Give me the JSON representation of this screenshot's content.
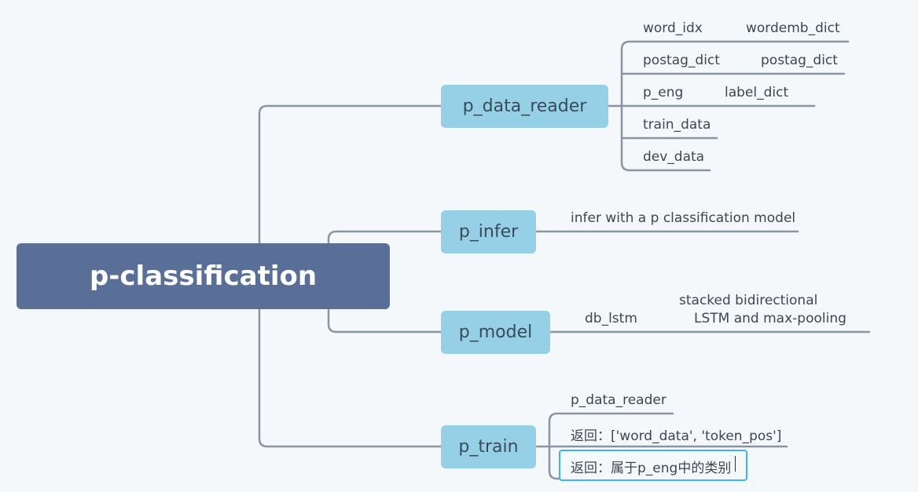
{
  "root": {
    "label": "p-classification"
  },
  "branches": {
    "data_reader": {
      "label": "p_data_reader",
      "items": [
        {
          "key": "word_idx",
          "value": "wordemb_dict"
        },
        {
          "key": "postag_dict",
          "value": "postag_dict"
        },
        {
          "key": "p_eng",
          "value": "label_dict"
        },
        {
          "key": "train_data"
        },
        {
          "key": "dev_data"
        }
      ]
    },
    "infer": {
      "label": "p_infer",
      "items": [
        {
          "key": "infer with a p classification model"
        }
      ]
    },
    "model": {
      "label": "p_model",
      "items": [
        {
          "key": "db_lstm",
          "value_line1": "stacked bidirectional",
          "value_line2": "LSTM and max-pooling"
        }
      ]
    },
    "train": {
      "label": "p_train",
      "items": [
        {
          "key": "p_data_reader"
        },
        {
          "key": "返回：['word_data', 'token_pos']"
        },
        {
          "key": "返回：属于p_eng中的类别"
        }
      ]
    }
  },
  "colors": {
    "background": "#f4f8fb",
    "root_fill": "#5a6f98",
    "branch_fill": "#95d0e6",
    "connector": "#8a94a3",
    "selection": "#3fb4e8"
  }
}
